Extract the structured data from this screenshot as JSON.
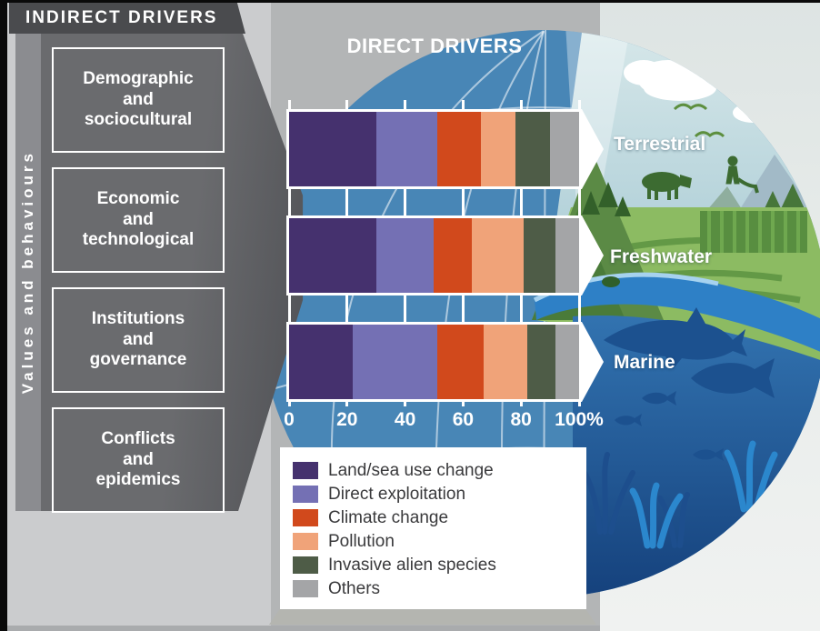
{
  "titles": {
    "indirect": "INDIRECT DRIVERS",
    "direct": "DIRECT DRIVERS"
  },
  "indirect_panel": {
    "vertical_label": "Values and behaviours",
    "boxes": [
      "Demographic\nand\nsociocultural",
      "Economic\nand\ntechnological",
      "Institutions\nand\ngovernance",
      "Conflicts\nand\nepidemics"
    ]
  },
  "chart_data": {
    "type": "bar",
    "orientation": "horizontal",
    "stacked": true,
    "title": "DIRECT DRIVERS",
    "categories": [
      "Terrestrial",
      "Freshwater",
      "Marine"
    ],
    "series": [
      {
        "name": "Land/sea use change",
        "color": "#45316e",
        "values": [
          30,
          30,
          22
        ]
      },
      {
        "name": "Direct exploitation",
        "color": "#7470b4",
        "values": [
          21,
          20,
          29
        ]
      },
      {
        "name": "Climate change",
        "color": "#d1491c",
        "values": [
          15,
          13,
          16
        ]
      },
      {
        "name": "Pollution",
        "color": "#f0a379",
        "values": [
          12,
          18,
          15
        ]
      },
      {
        "name": "Invasive alien species",
        "color": "#4e5c47",
        "values": [
          12,
          11,
          10
        ]
      },
      {
        "name": "Others",
        "color": "#a4a5a7",
        "values": [
          10,
          8,
          8
        ]
      }
    ],
    "axis_ticks": [
      "0",
      "20",
      "40",
      "60",
      "80",
      "100%"
    ],
    "xlim": [
      0,
      100
    ],
    "legend_position": "bottom-left box",
    "grid": "white vertical lines every 20%"
  }
}
